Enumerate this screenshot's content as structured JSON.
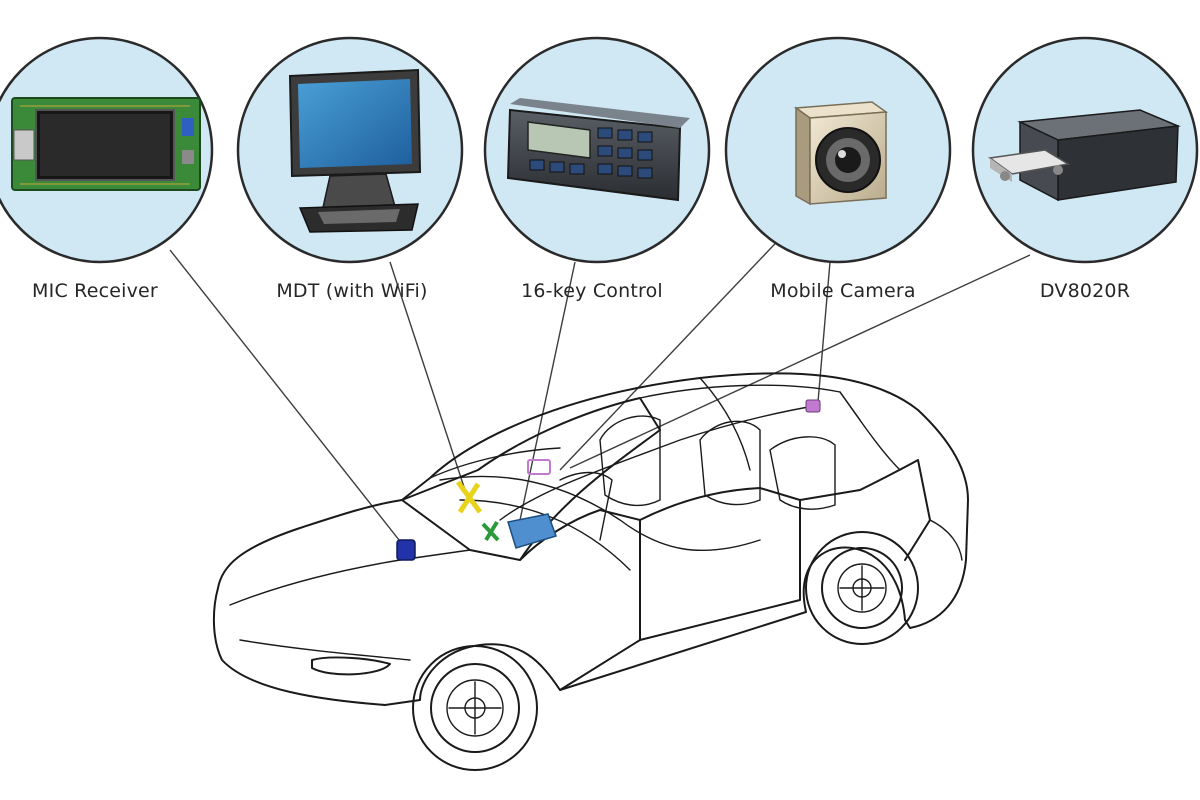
{
  "components": [
    {
      "id": "mic-receiver",
      "label": "MIC Receiver",
      "icon": "circuit-board-icon"
    },
    {
      "id": "mdt",
      "label": "MDT (with WiFi)",
      "icon": "monitor-icon"
    },
    {
      "id": "control",
      "label": "16-key Control",
      "icon": "keypad-icon"
    },
    {
      "id": "camera",
      "label": "Mobile Camera",
      "icon": "camera-icon"
    },
    {
      "id": "dvr",
      "label": "DV8020R",
      "icon": "dvr-box-icon"
    }
  ],
  "colors": {
    "bubble_fill": "#cfe8f4",
    "mic_marker": "#2233aa",
    "mdt_marker": "#e8d21a",
    "control_marker": "#2a9a3a",
    "dvr_marker": "#4f8fd0",
    "camera_marker": "#c07ad0"
  }
}
